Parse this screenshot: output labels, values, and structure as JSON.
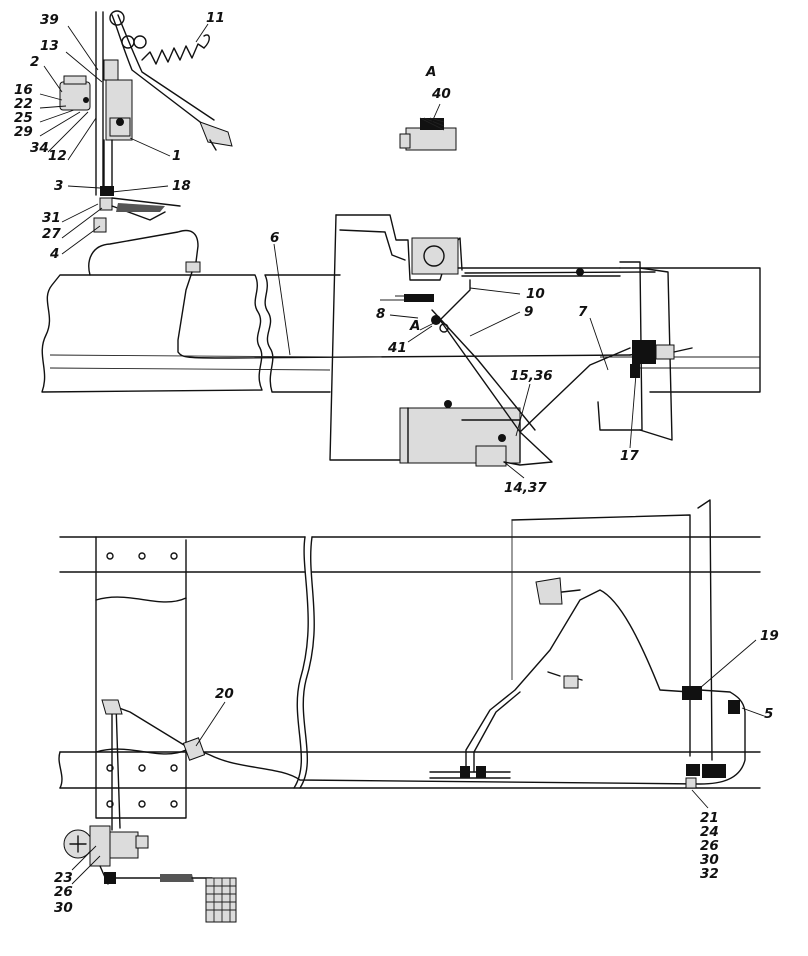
{
  "view_label": "A",
  "callouts": [
    {
      "id": "c39",
      "text": "39"
    },
    {
      "id": "c13",
      "text": "13"
    },
    {
      "id": "c2",
      "text": "2"
    },
    {
      "id": "c16",
      "text": "16"
    },
    {
      "id": "c22",
      "text": "22"
    },
    {
      "id": "c25",
      "text": "25"
    },
    {
      "id": "c29",
      "text": "29"
    },
    {
      "id": "c34",
      "text": "34"
    },
    {
      "id": "c12",
      "text": "12"
    },
    {
      "id": "c1",
      "text": "1"
    },
    {
      "id": "c3",
      "text": "3"
    },
    {
      "id": "c18",
      "text": "18"
    },
    {
      "id": "c31",
      "text": "31"
    },
    {
      "id": "c27",
      "text": "27"
    },
    {
      "id": "c4",
      "text": "4"
    },
    {
      "id": "c11",
      "text": "11"
    },
    {
      "id": "c40",
      "text": "40"
    },
    {
      "id": "c6",
      "text": "6"
    },
    {
      "id": "c10",
      "text": "10"
    },
    {
      "id": "c8",
      "text": "8"
    },
    {
      "id": "cA2",
      "text": "A"
    },
    {
      "id": "c9",
      "text": "9"
    },
    {
      "id": "c7",
      "text": "7"
    },
    {
      "id": "c41",
      "text": "41"
    },
    {
      "id": "c1536",
      "text": "15,36"
    },
    {
      "id": "c17",
      "text": "17"
    },
    {
      "id": "c1437",
      "text": "14,37"
    },
    {
      "id": "c19",
      "text": "19"
    },
    {
      "id": "c20",
      "text": "20"
    },
    {
      "id": "c5",
      "text": "5"
    },
    {
      "id": "c21",
      "text": "21"
    },
    {
      "id": "c24",
      "text": "24"
    },
    {
      "id": "c26b",
      "text": "26"
    },
    {
      "id": "c30b",
      "text": "30"
    },
    {
      "id": "c32",
      "text": "32"
    },
    {
      "id": "c23",
      "text": "23"
    },
    {
      "id": "c26a",
      "text": "26"
    },
    {
      "id": "c30a",
      "text": "30"
    }
  ]
}
